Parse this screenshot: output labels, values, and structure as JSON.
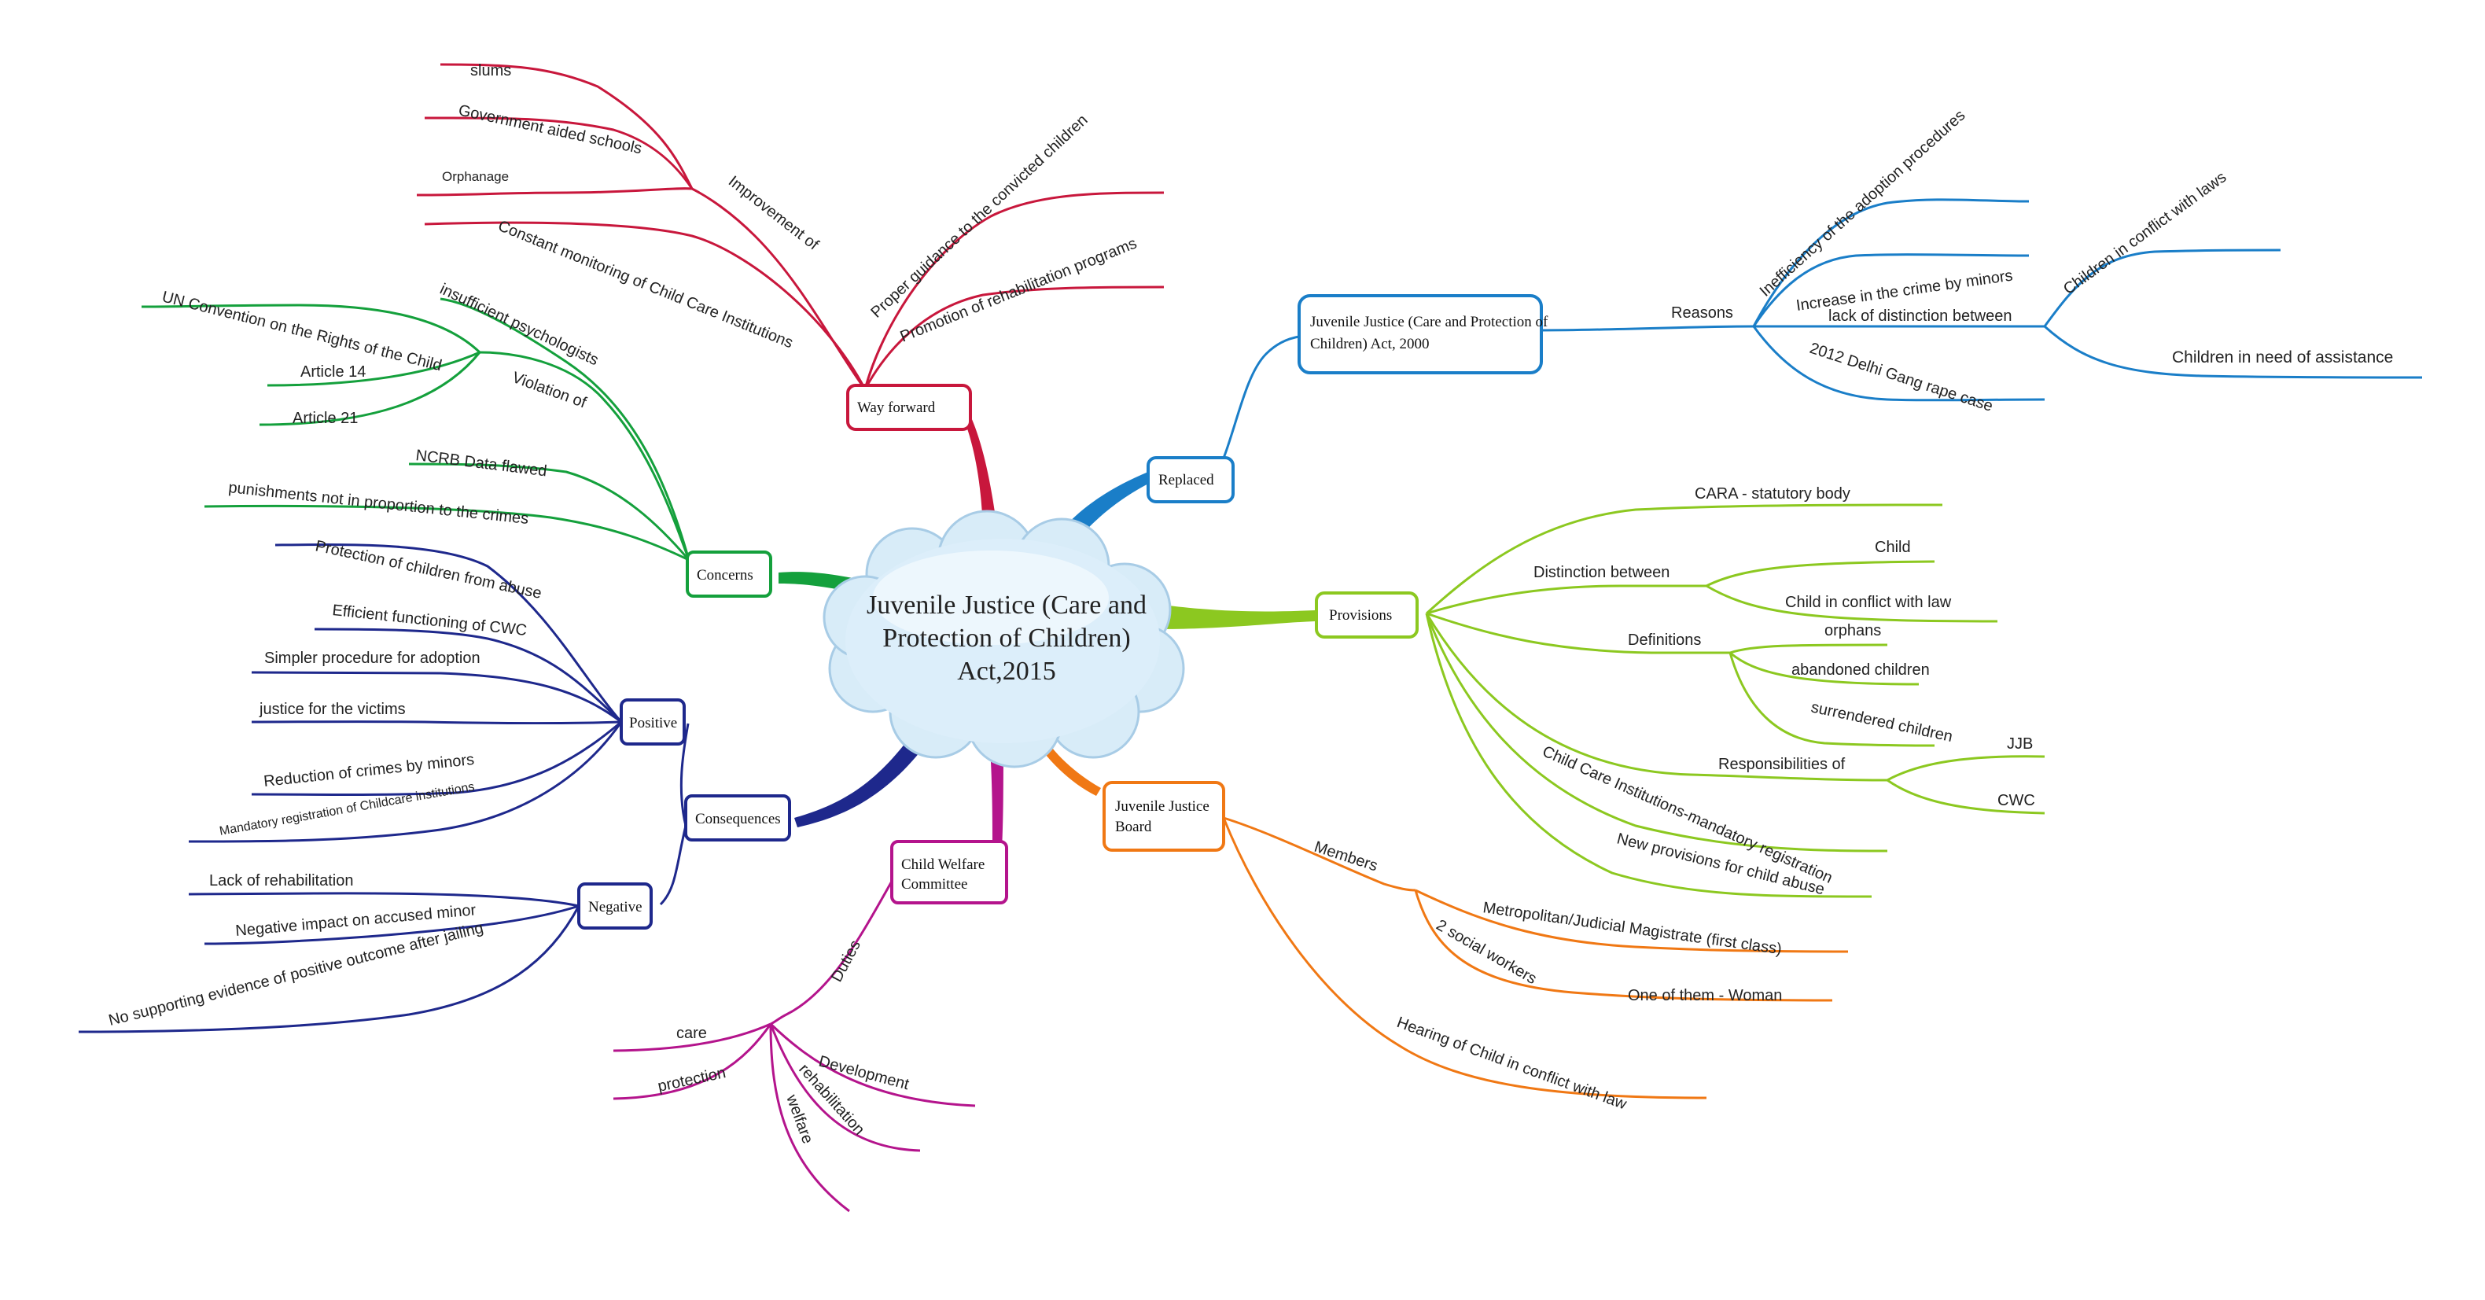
{
  "central_topic": {
    "line1": "Juvenile Justice (Care and",
    "line2": "Protection of Children)",
    "line3": "Act,2015"
  },
  "branches": {
    "way_forward": {
      "label": "Way forward",
      "color": "#C8173C",
      "improvement_of": "Improvement of",
      "slums": "slums",
      "govt_schools": "Government aided schools",
      "orphanage": "Orphanage",
      "constant_monitoring": "Constant monitoring of Child Care Institutions",
      "proper_guidance": "Proper guidance to the convicted children",
      "promotion": "Promotion of rehabilitation programs"
    },
    "replaced": {
      "label": "Replaced",
      "color": "#1A7EC8",
      "act_line1": "Juvenile Justice (Care and Protection of",
      "act_line2": "Children) Act, 2000",
      "reasons": "Reasons",
      "inefficiency": "Inefficiency of the adoption procedures",
      "increase": "Increase in the crime by minors",
      "lack_distinction": "lack of distinction between",
      "children_conflict": "Children in conflict with laws",
      "children_need": "Children in need of assistance",
      "delhi_case": "2012 Delhi Gang rape case"
    },
    "provisions": {
      "label": "Provisions",
      "color": "#8CC820",
      "cara": "CARA - statutory body",
      "distinction_between": "Distinction between",
      "child": "Child",
      "child_conflict": "Child in conflict with law",
      "definitions": "Definitions",
      "orphans": "orphans",
      "abandoned": "abandoned children",
      "surrendered": "surrendered children",
      "responsibilities": "Responsibilities of",
      "jjb": "JJB",
      "cwc": "CWC",
      "cci_registration": "Child Care Institutions-mandatory registration",
      "new_provisions": "New provisions for child abuse"
    },
    "jjb": {
      "label_line1": "Juvenile Justice",
      "label_line2": "Board",
      "color": "#F07814",
      "members": "Members",
      "magistrate": "Metropolitan/Judicial Magistrate (first class)",
      "social_workers": "2 social workers",
      "woman": "One of them - Woman",
      "hearing": "Hearing of Child in conflict with law"
    },
    "cwc": {
      "label_line1": "Child Welfare",
      "label_line2": "Committee",
      "color": "#B4148C",
      "duties": "Duties",
      "care": "care",
      "protection": "protection",
      "development": "Development",
      "rehabilitation": "rehabilitation",
      "welfare": "welfare"
    },
    "consequences": {
      "label": "Consequences",
      "color": "#1E288C",
      "positive": "Positive",
      "protection_abuse": "Protection of children from abuse",
      "efficient_cwc": "Efficient functioning of CWC",
      "simpler_adoption": "Simpler procedure for adoption",
      "justice_victims": "justice for the victims",
      "reduction_crimes": "Reduction of crimes by minors",
      "mandatory_registration": "Mandatory registration of Childcare institutions",
      "negative": "Negative",
      "lack_rehab": "Lack of rehabilitation",
      "negative_impact": "Negative impact on accused minor",
      "no_evidence": "No supporting evidence of positive outcome after jailing"
    },
    "concerns": {
      "label": "Concerns",
      "color": "#14A03C",
      "violation_of": "Violation of",
      "un_convention": "UN Convention on the Rights of the Child",
      "article14": "Article 14",
      "article21": "Article 21",
      "insufficient": "insufficient psychologists",
      "ncrb": "NCRB Data flawed",
      "punishments": "punishments not in proportion to the crimes"
    }
  }
}
